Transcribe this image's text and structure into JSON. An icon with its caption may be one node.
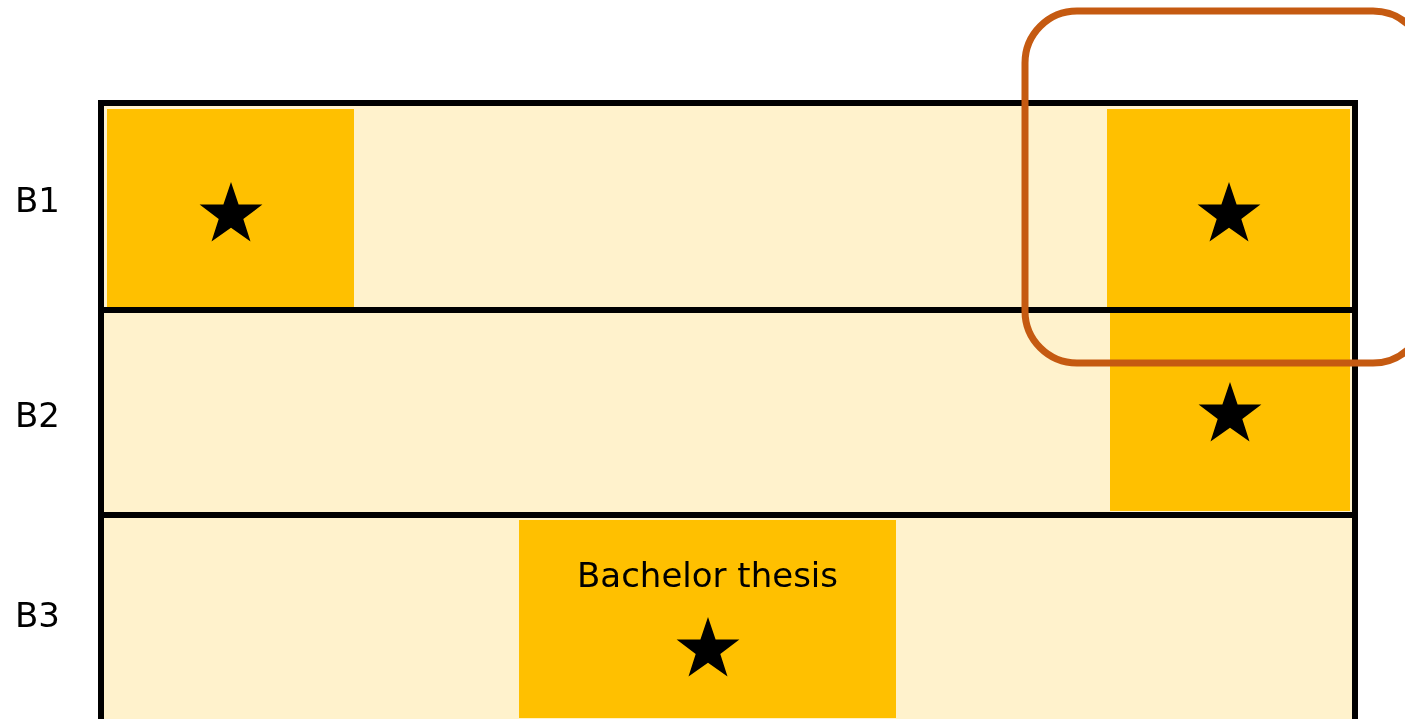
{
  "diagram": {
    "nodes": [
      {
        "text": [],
        "shape": "bar",
        "beside": [
          "B1"
        ]
      },
      {
        "text": [],
        "shape": "box",
        "in": 0
      },
      {
        "text": [],
        "shape": "box",
        "in": 0
      },
      {
        "text": [],
        "shape": "bar",
        "beside": [
          "B2"
        ]
      },
      {
        "text": [],
        "shape": "box",
        "in": 3
      },
      {
        "text": [],
        "shape": "bar",
        "beside": [
          "B3"
        ]
      },
      {
        "text": [
          "Bachelor thesis"
        ],
        "in": 5
      }
    ]
  }
}
